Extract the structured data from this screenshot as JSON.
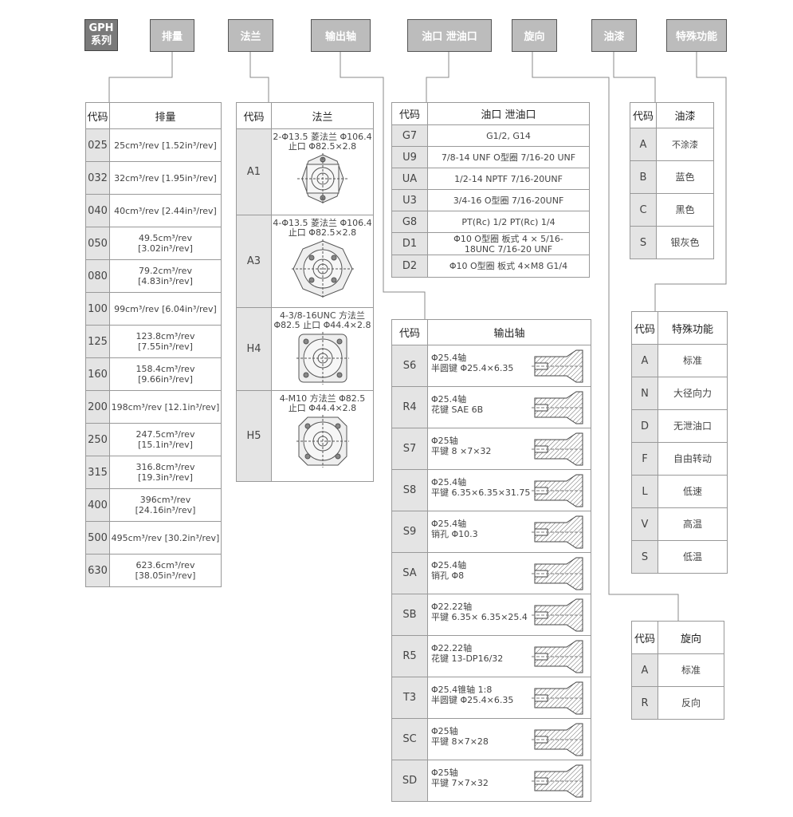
{
  "headers": {
    "series": [
      "GPH",
      "系列"
    ],
    "displacement": "排量",
    "flange": "法兰",
    "shaft": "输出轴",
    "ports": "油口 泄油口",
    "rotation": "旋向",
    "paint": "油漆",
    "special": "特殊功能"
  },
  "displacement_table": {
    "col_code": "代码",
    "col_value": "排量",
    "rows": [
      {
        "code": "025",
        "value": "25cm³/rev [1.52in³/rev]"
      },
      {
        "code": "032",
        "value": "32cm³/rev [1.95in³/rev]"
      },
      {
        "code": "040",
        "value": "40cm³/rev [2.44in³/rev]"
      },
      {
        "code": "050",
        "value": "49.5cm³/rev [3.02in³/rev]"
      },
      {
        "code": "080",
        "value": "79.2cm³/rev [4.83in³/rev]"
      },
      {
        "code": "100",
        "value": "99cm³/rev [6.04in³/rev]"
      },
      {
        "code": "125",
        "value": "123.8cm³/rev [7.55in³/rev]"
      },
      {
        "code": "160",
        "value": "158.4cm³/rev [9.66in³/rev]"
      },
      {
        "code": "200",
        "value": "198cm³/rev [12.1in³/rev]"
      },
      {
        "code": "250",
        "value": "247.5cm³/rev [15.1in³/rev]"
      },
      {
        "code": "315",
        "value": "316.8cm³/rev [19.3in³/rev]"
      },
      {
        "code": "400",
        "value": "396cm³/rev [24.16in³/rev]"
      },
      {
        "code": "500",
        "value": "495cm³/rev [30.2in³/rev]"
      },
      {
        "code": "630",
        "value": "623.6cm³/rev [38.05in³/rev]"
      }
    ]
  },
  "flange_table": {
    "col_code": "代码",
    "col_value": "法兰",
    "rows": [
      {
        "code": "A1",
        "line1": "2-Φ13.5 菱法兰 Φ106.4",
        "line2": "止口 Φ82.5×2.8",
        "drawing": "diamond-flange-2-hole"
      },
      {
        "code": "A3",
        "line1": "4-Φ13.5 菱法兰 Φ106.4",
        "line2": "止口 Φ82.5×2.8",
        "drawing": "diamond-flange-4-hole"
      },
      {
        "code": "H4",
        "line1": "4-3/8-16UNC 方法兰",
        "line2": "Φ82.5 止口 Φ44.4×2.8",
        "drawing": "square-flange"
      },
      {
        "code": "H5",
        "line1": "4-M10 方法兰 Φ82.5",
        "line2": "止口 Φ44.4×2.8",
        "drawing": "square-flange-m10"
      }
    ]
  },
  "ports_table": {
    "col_code": "代码",
    "col_value": "油口 泄油口",
    "rows": [
      {
        "code": "G7",
        "value": "G1/2, G14"
      },
      {
        "code": "U9",
        "value": "7/8-14 UNF O型圈 7/16-20 UNF"
      },
      {
        "code": "UA",
        "value": "1/2-14 NPTF 7/16-20UNF"
      },
      {
        "code": "U3",
        "value": "3/4-16 O型圈 7/16-20UNF"
      },
      {
        "code": "G8",
        "value": "PT(Rc) 1/2  PT(Rc) 1/4"
      },
      {
        "code": "D1",
        "value": "Φ10 O型圈 板式  4 × 5/16-18UNC 7/16-20 UNF"
      },
      {
        "code": "D2",
        "value": "Φ10 O型圈 板式  4×M8  G1/4"
      }
    ]
  },
  "shaft_table": {
    "col_code": "代码",
    "col_value": "输出轴",
    "rows": [
      {
        "code": "S6",
        "line1": "Φ25.4轴",
        "line2": "半圆键 Φ25.4×6.35"
      },
      {
        "code": "R4",
        "line1": "Φ25.4轴",
        "line2": "花键 SAE 6B"
      },
      {
        "code": "S7",
        "line1": "Φ25轴",
        "line2": "平键 8 ×7×32"
      },
      {
        "code": "S8",
        "line1": "Φ25.4轴",
        "line2": "平键 6.35×6.35×31.75"
      },
      {
        "code": "S9",
        "line1": "Φ25.4轴",
        "line2": "销孔 Φ10.3"
      },
      {
        "code": "SA",
        "line1": "Φ25.4轴",
        "line2": "销孔 Φ8"
      },
      {
        "code": "SB",
        "line1": "Φ22.22轴",
        "line2": "平键 6.35× 6.35×25.4"
      },
      {
        "code": "R5",
        "line1": "Φ22.22轴",
        "line2": "花键 13-DP16/32"
      },
      {
        "code": "T3",
        "line1": "Φ25.4锥轴 1:8",
        "line2": "半圆键 Φ25.4×6.35"
      },
      {
        "code": "SC",
        "line1": "Φ25轴",
        "line2": "平键 8×7×28"
      },
      {
        "code": "SD",
        "line1": "Φ25轴",
        "line2": "平键 7×7×32"
      }
    ]
  },
  "paint_table": {
    "col_code": "代码",
    "col_value": "油漆",
    "rows": [
      {
        "code": "A",
        "value": "不涂漆"
      },
      {
        "code": "B",
        "value": "蓝色"
      },
      {
        "code": "C",
        "value": "黑色"
      },
      {
        "code": "S",
        "value": "银灰色"
      }
    ]
  },
  "special_table": {
    "col_code": "代码",
    "col_value": "特殊功能",
    "rows": [
      {
        "code": "A",
        "value": "标准"
      },
      {
        "code": "N",
        "value": "大径向力"
      },
      {
        "code": "D",
        "value": "无泄油口"
      },
      {
        "code": "F",
        "value": "自由转动"
      },
      {
        "code": "L",
        "value": "低速"
      },
      {
        "code": "V",
        "value": "高温"
      },
      {
        "code": "S",
        "value": "低温"
      }
    ]
  },
  "rotation_table": {
    "col_code": "代码",
    "col_value": "旋向",
    "rows": [
      {
        "code": "A",
        "value": "标准"
      },
      {
        "code": "R",
        "value": "反向"
      }
    ]
  }
}
